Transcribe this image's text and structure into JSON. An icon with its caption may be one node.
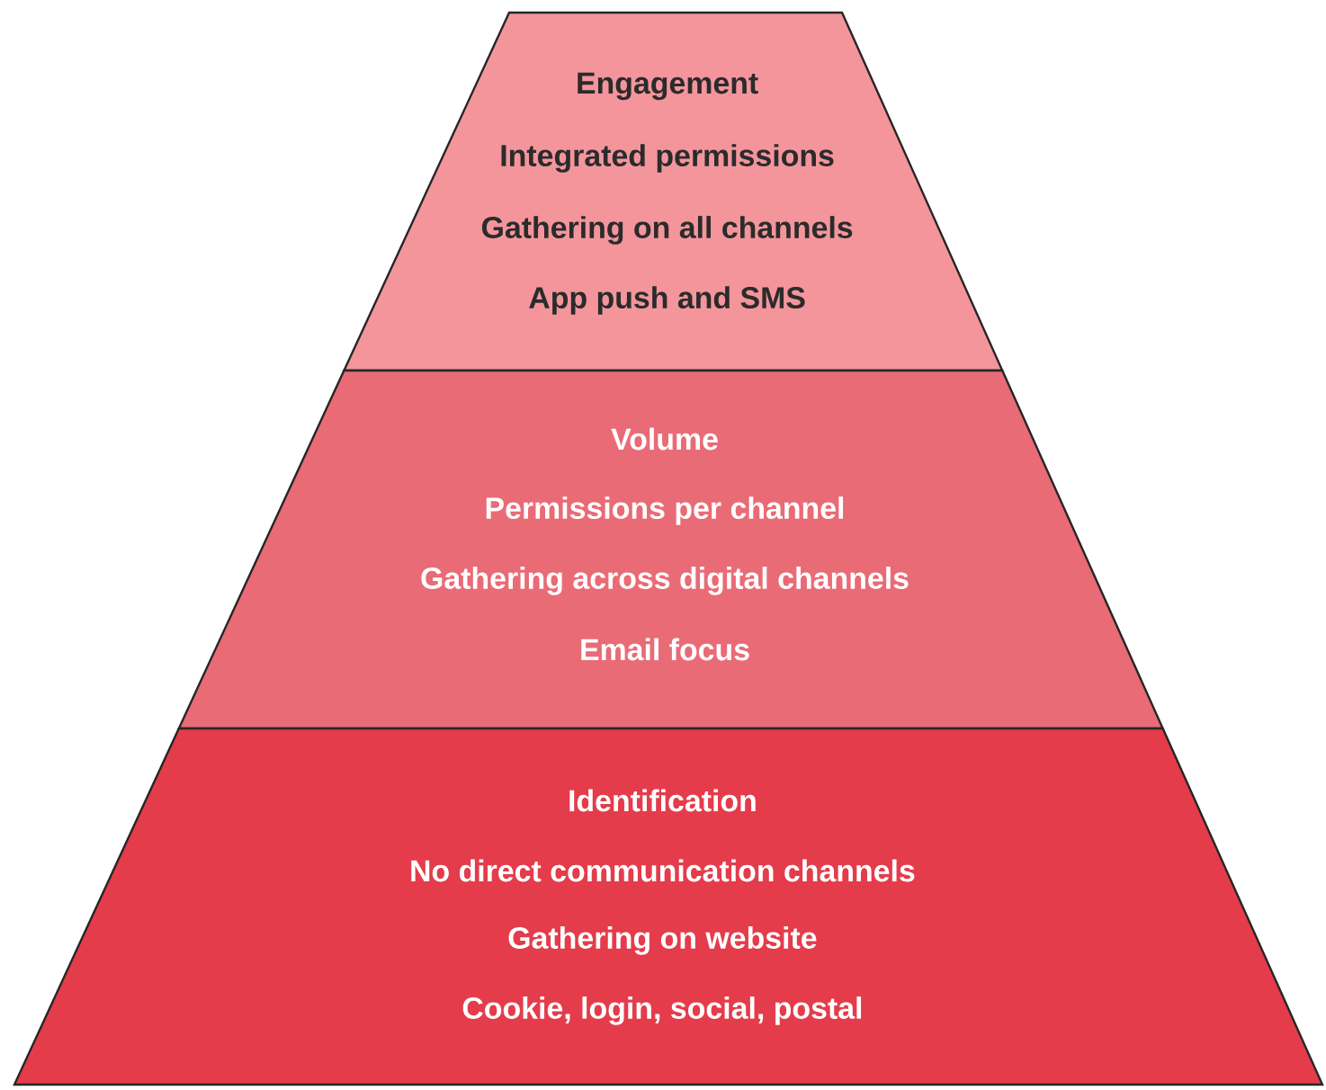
{
  "diagram": {
    "nodes": [
      {
        "text": [
          "Engagement",
          "Integrated permissions",
          "Gathering on all channels",
          "App push and SMS"
        ]
      },
      {
        "text": [
          "Volume",
          "Permissions per channel",
          "Gathering across digital channels",
          "Email focus"
        ]
      },
      {
        "text": [
          "Identification",
          "No direct communication channels",
          "Gathering on website",
          "Cookie, login, social, postal"
        ]
      }
    ]
  }
}
